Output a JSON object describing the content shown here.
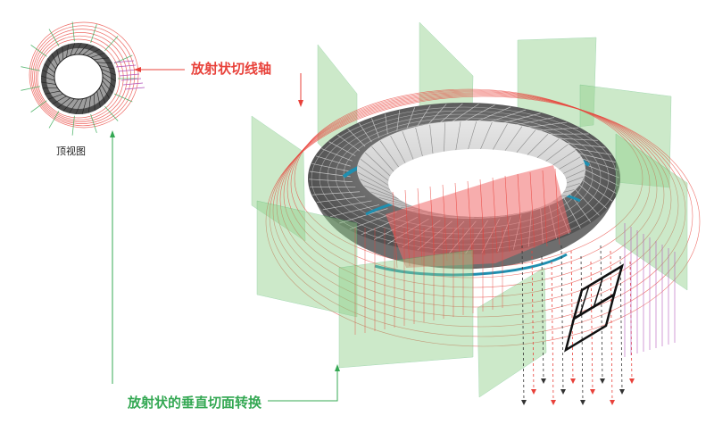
{
  "labels": {
    "radial_tangent_axis": "放射状切线轴",
    "top_view": "顶视图",
    "radial_vertical_section": "放射状的垂直切面转换"
  },
  "colors": {
    "red_accent": "#e8413a",
    "green_accent": "#34a853",
    "label_dark": "#222222",
    "green_plane_fill": "#8fcf8a",
    "red_plane_fill": "#f06a6a",
    "shell_dark": "#5a5a5a",
    "shell_light": "#dcdcdc",
    "teal_band": "#1f8fb0",
    "purple_lines": "#b04fb8"
  }
}
